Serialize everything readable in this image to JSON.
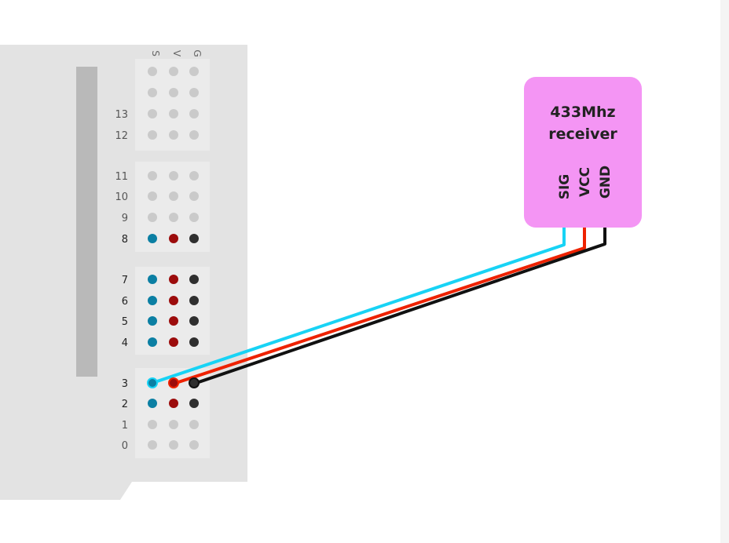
{
  "board": {
    "header": [
      "S",
      "V",
      "G"
    ],
    "rows": [
      {
        "label": "",
        "connected": false
      },
      {
        "label": "",
        "connected": false
      },
      {
        "label": "13",
        "connected": false
      },
      {
        "label": "12",
        "connected": false
      },
      {
        "label": "11",
        "connected": false
      },
      {
        "label": "10",
        "connected": false
      },
      {
        "label": "9",
        "connected": false
      },
      {
        "label": "8",
        "connected": true
      },
      {
        "label": "7",
        "connected": true
      },
      {
        "label": "6",
        "connected": true
      },
      {
        "label": "5",
        "connected": true
      },
      {
        "label": "4",
        "connected": true
      },
      {
        "label": "3",
        "connected": true
      },
      {
        "label": "2",
        "connected": true
      },
      {
        "label": "1",
        "connected": false
      },
      {
        "label": "0",
        "connected": false
      }
    ]
  },
  "module": {
    "title_line1": "433Mhz",
    "title_line2": "receiver",
    "pins": [
      "SIG",
      "VCC",
      "GND"
    ]
  },
  "wiring": {
    "board_row": "3"
  },
  "colors": {
    "board": "#e3e3e3",
    "socket_group": "#ebebeb",
    "slot": "#b9b9b9",
    "pin_idle": "#cacaca",
    "pin_signal": "#0b7fa3",
    "pin_power": "#9c0c0c",
    "pin_ground": "#2f2f2f",
    "module": "#f495f4",
    "wire_signal": "#18d3f5",
    "wire_power": "#ee2200",
    "wire_ground": "#111111"
  }
}
